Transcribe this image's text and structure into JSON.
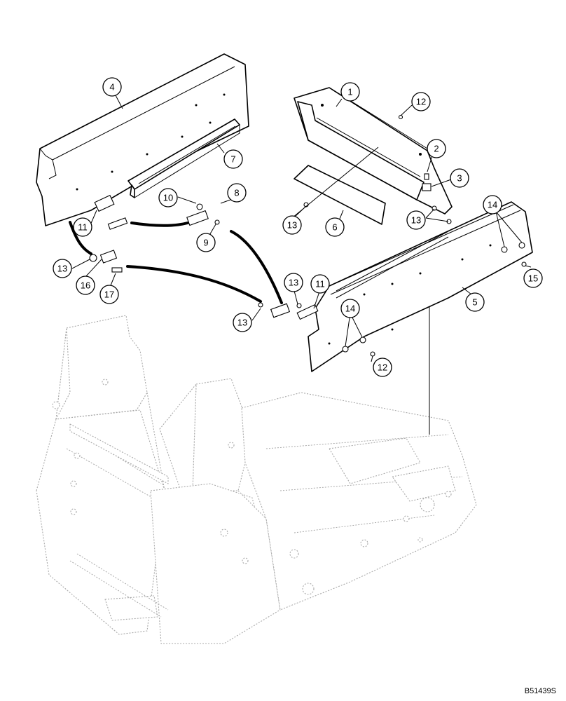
{
  "drawing_number": "B51439S",
  "callouts": {
    "c1": "1",
    "c2": "2",
    "c3": "3",
    "c4": "4",
    "c5": "5",
    "c6": "6",
    "c7": "7",
    "c8": "8",
    "c9": "9",
    "c10": "10",
    "c11a": "11",
    "c11b": "11",
    "c12a": "12",
    "c12b": "12",
    "c13a": "13",
    "c13b": "13",
    "c13c": "13",
    "c13d": "13",
    "c13e": "13",
    "c14a": "14",
    "c14b": "14",
    "c15": "15",
    "c16": "16",
    "c17": "17"
  }
}
